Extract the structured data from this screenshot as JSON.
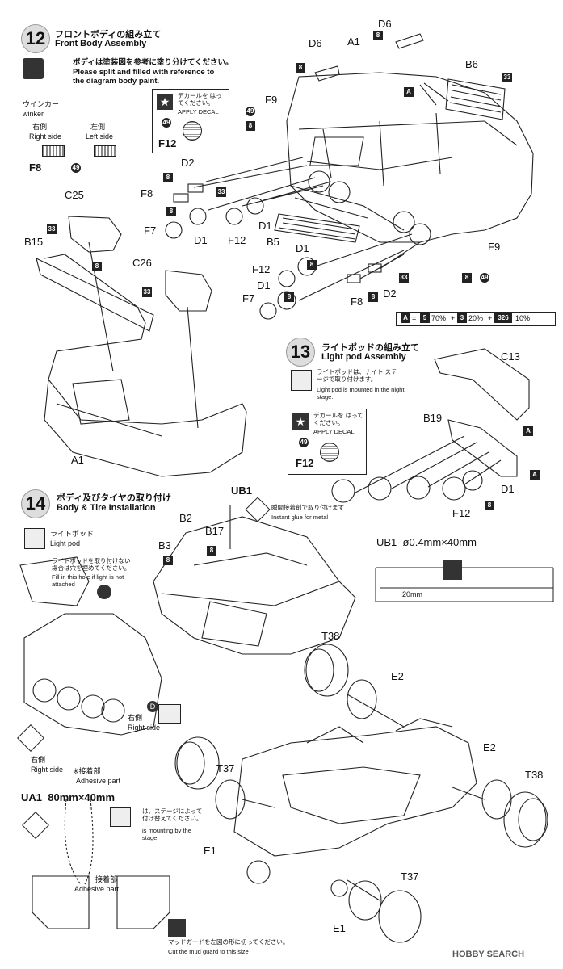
{
  "step12": {
    "num": "12",
    "title_jp": "フロントボディの組み立て",
    "title_en": "Front Body Assembly",
    "paint_jp": "ボディは塗装図を参考に塗り分けてください。",
    "paint_en": "Please split and filled with reference to the diagram body paint.",
    "winker_jp": "ウインカー",
    "winker_en": "winker",
    "right_jp": "右側",
    "right_en": "Right side",
    "left_jp": "左側",
    "left_en": "Left side",
    "f8": "F8",
    "f8_code": "49",
    "decal_jp": "デカールを はってください。",
    "decal_en": "APPLY DECAL",
    "decal_code": "49",
    "f12": "F12",
    "mix": {
      "a_code": "A",
      "c1": "5",
      "p1": "70%",
      "c2": "3",
      "p2": "20%",
      "c3": "326",
      "p3": "10%"
    }
  },
  "step12_labels": {
    "d6a": "D6",
    "d6b": "D6",
    "a1": "A1",
    "b6": "B6",
    "f9a": "F9",
    "d2a": "D2",
    "f8b": "F8",
    "c25": "C25",
    "f7a": "F7",
    "d1a": "D1",
    "f12a": "F12",
    "d1b": "D1",
    "b5": "B5",
    "b15": "B15",
    "c26": "C26",
    "d1c": "D1",
    "f12b": "F12",
    "d1d": "D1",
    "f7b": "F7",
    "f8c": "F8",
    "d2b": "D2",
    "f9b": "F9",
    "a1b": "A1"
  },
  "codes": {
    "c8": "8",
    "c33": "33",
    "c49": "49"
  },
  "step13": {
    "num": "13",
    "title_jp": "ライトポッドの組み立て",
    "title_en": "Light pod Assembly",
    "note_jp": "ライトポッドは、ナイト ステージで取り付けます。",
    "note_en": "Light pod is mounted in the night stage.",
    "decal_jp": "デカールを はってください。",
    "decal_en": "APPLY DECAL",
    "decal_code": "49",
    "f12": "F12",
    "c13": "C13",
    "b19": "B19",
    "d1": "D1",
    "f12b": "F12",
    "a": "A"
  },
  "step14": {
    "num": "14",
    "title_jp": "ボディ及びタイヤの取り付け",
    "title_en": "Body & Tire Installation",
    "lightpod_jp": "ライトポッド",
    "lightpod_en": "Light pod",
    "fill_jp": "ライトポッドを取り付けない 場合は穴を埋めてください。",
    "fill_en": "Fill in this hole if light is not attached",
    "glue_jp": "瞬間接着剤で取り付けます",
    "glue_en": "Instant glue for metal",
    "ub1": "UB1",
    "ub1_spec": "ø0.4mm×40mm",
    "ub1_len": "20mm",
    "b2": "B2",
    "b3": "B3",
    "b17": "B17",
    "t38": "T38",
    "e2": "E2",
    "e2b": "E2",
    "t38b": "T38",
    "t37": "T37",
    "e1": "E1",
    "t37b": "T37",
    "e1b": "E1",
    "right_jp": "右側",
    "right_en": "Right side",
    "rightside_d_jp": "右側",
    "rightside_d_en": "Right side",
    "adhesive_jp": "※接着部",
    "adhesive_en": "Adhesive part",
    "ua1": "UA1",
    "ua1_spec": "80mm×40mm",
    "cd_jp": "は、ステージによって 付け替えてください。",
    "cd_en": "is mounting by the stage.",
    "adh2_jp": "接着部",
    "adh2_en": "Adhesive part",
    "mud_jp": "マッドガードを左図の形に切ってください。",
    "mud_en": "Cut the mud guard to this size"
  },
  "watermark": "HOBBY SEARCH"
}
